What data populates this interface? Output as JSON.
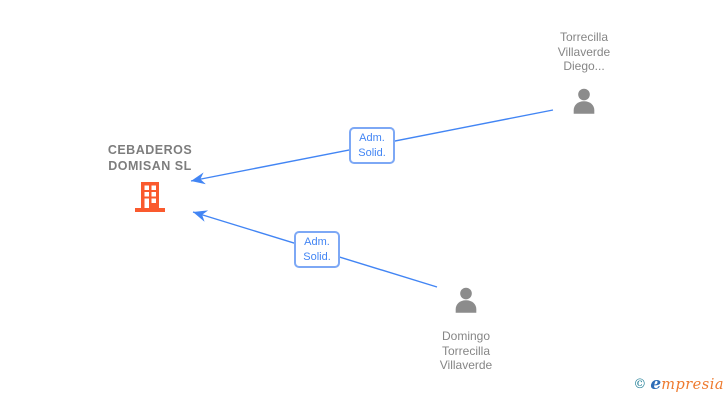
{
  "diagram": {
    "company": {
      "name": "CEBADEROS DOMISAN SL"
    },
    "persons": [
      {
        "name": "Torrecilla Villaverde Diego..."
      },
      {
        "name": "Domingo Torrecilla Villaverde"
      }
    ],
    "edges": [
      {
        "label_line1": "Adm.",
        "label_line2": "Solid.",
        "from": "Torrecilla Villaverde Diego...",
        "to": "CEBADEROS DOMISAN SL"
      },
      {
        "label_line1": "Adm.",
        "label_line2": "Solid.",
        "from": "Domingo Torrecilla Villaverde",
        "to": "CEBADEROS DOMISAN SL"
      }
    ]
  },
  "watermark": {
    "copyright": "©",
    "brand_initial": "e",
    "brand_rest": "mpresia"
  },
  "colors": {
    "background": "#ffffff",
    "edge_blue": "#4285f4",
    "edge_label_border": "#7da8f5",
    "edge_label_text": "#4285f4",
    "company_icon_orange": "#fa5a2e",
    "node_text_gray": "#868686",
    "person_icon_gray": "#8c8c8c",
    "watermark_copyright": "#1e7d95",
    "watermark_initial": "#2e6db7",
    "watermark_rest": "#ee7a2e"
  }
}
